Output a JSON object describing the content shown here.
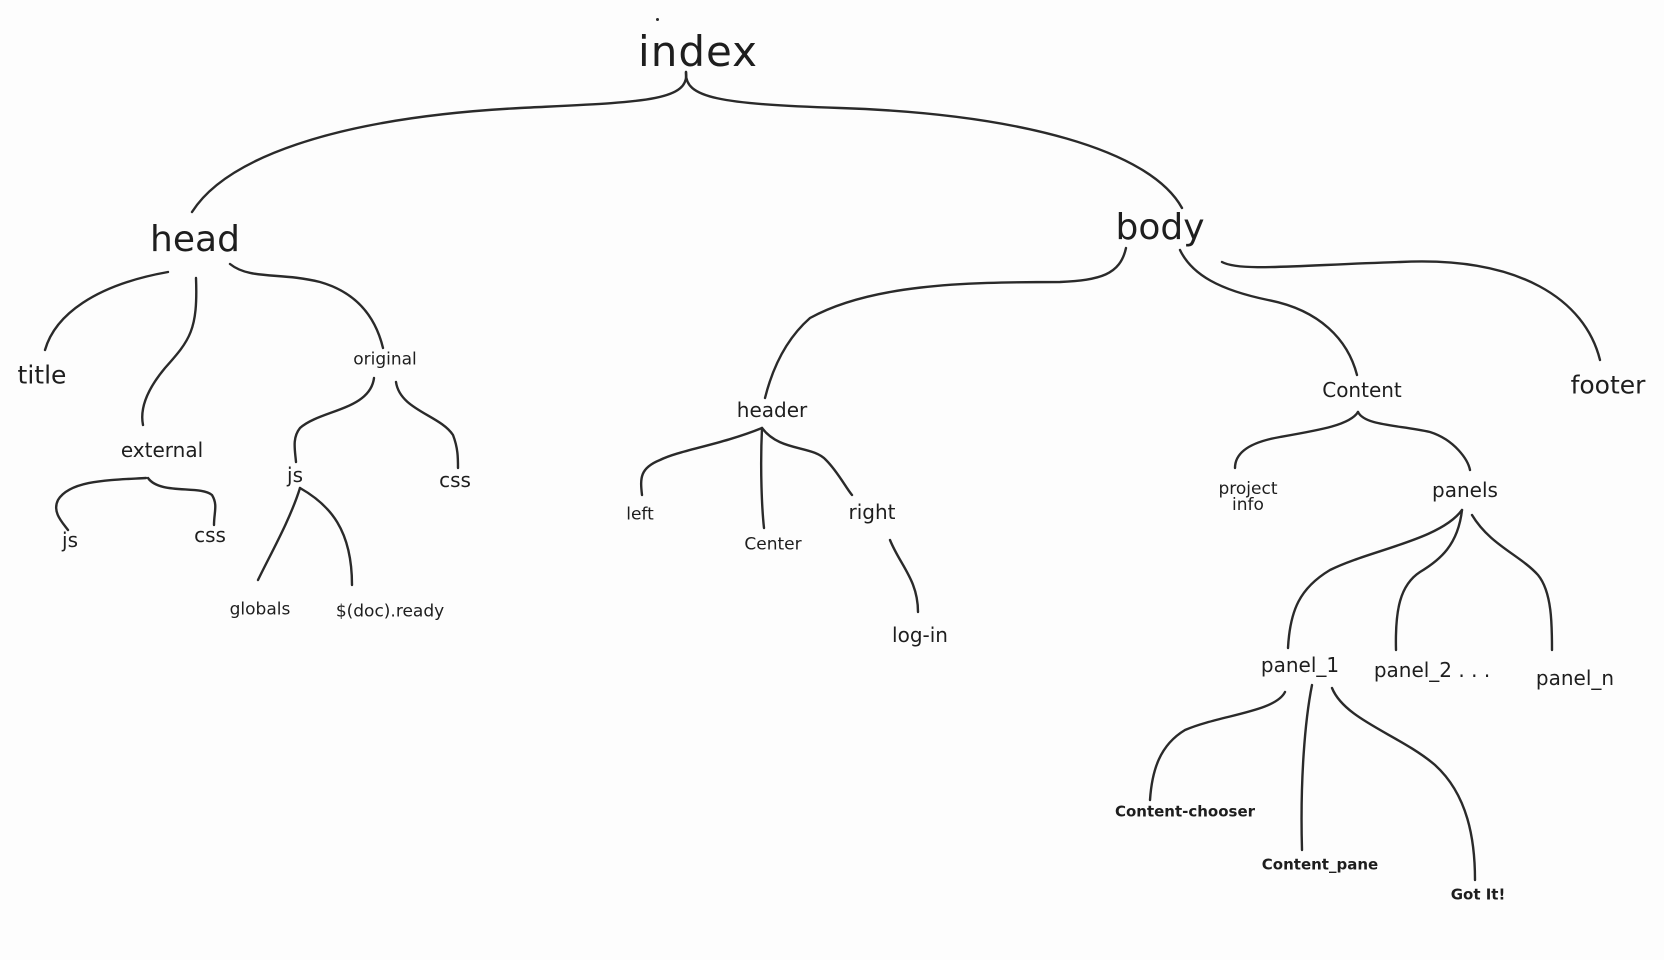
{
  "nodes": {
    "index": "index",
    "head": "head",
    "body": "body",
    "title": "title",
    "external": "external",
    "original": "original",
    "ext_js": "js",
    "ext_css": "css",
    "orig_js": "js",
    "orig_css": "css",
    "globals": "globals",
    "doc_ready": "$(doc).ready",
    "header": "header",
    "left": "left",
    "center": "Center",
    "right": "right",
    "log_in": "log-in",
    "content": "Content",
    "footer": "footer",
    "project_info": "project\ninfo",
    "panels": "panels",
    "panel_1": "panel_1",
    "panel_2": "panel_2 . . .",
    "panel_n": "panel_n",
    "content_chooser": "Content-chooser",
    "content_pane": "Content_pane",
    "got_it": "Got It!"
  }
}
